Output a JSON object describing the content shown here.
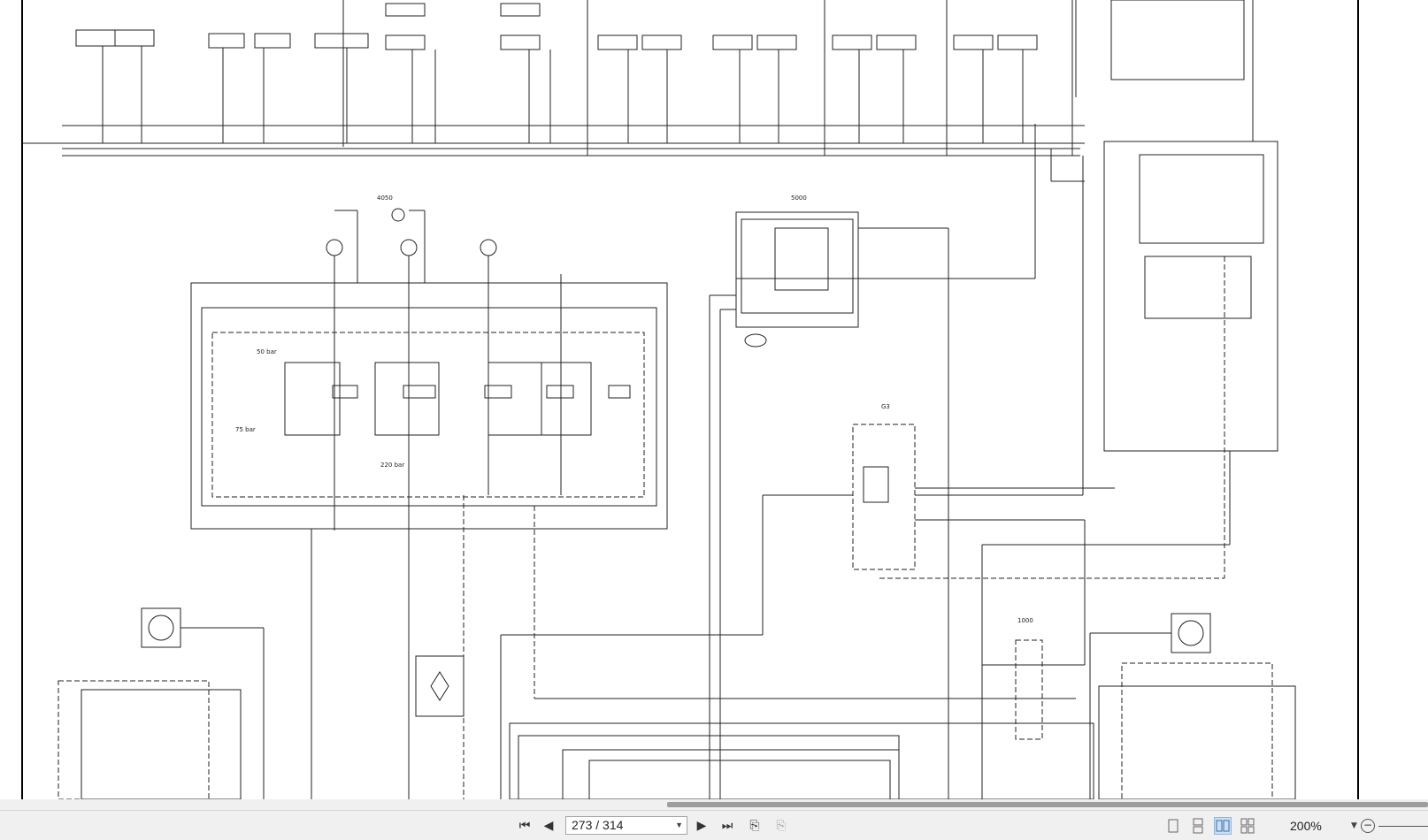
{
  "toolbar": {
    "current_page": "273 / 314",
    "zoom": "200%"
  },
  "icons": {
    "first_page": "first-page-icon",
    "prev_page": "prev-page-icon",
    "next_page": "next-page-icon",
    "last_page": "last-page-icon",
    "go_back": "go-back-icon",
    "go_forward": "go-forward-icon",
    "single_page": "single-page-view-icon",
    "continuous": "continuous-view-icon",
    "facing": "facing-view-icon",
    "cover_facing": "cover-facing-view-icon",
    "zoom_out": "zoom-out-icon"
  },
  "schematic": {
    "labels": [
      "4050",
      "5000",
      "G3",
      "1000",
      "220 bar",
      "75 bar",
      "50 bar"
    ]
  }
}
